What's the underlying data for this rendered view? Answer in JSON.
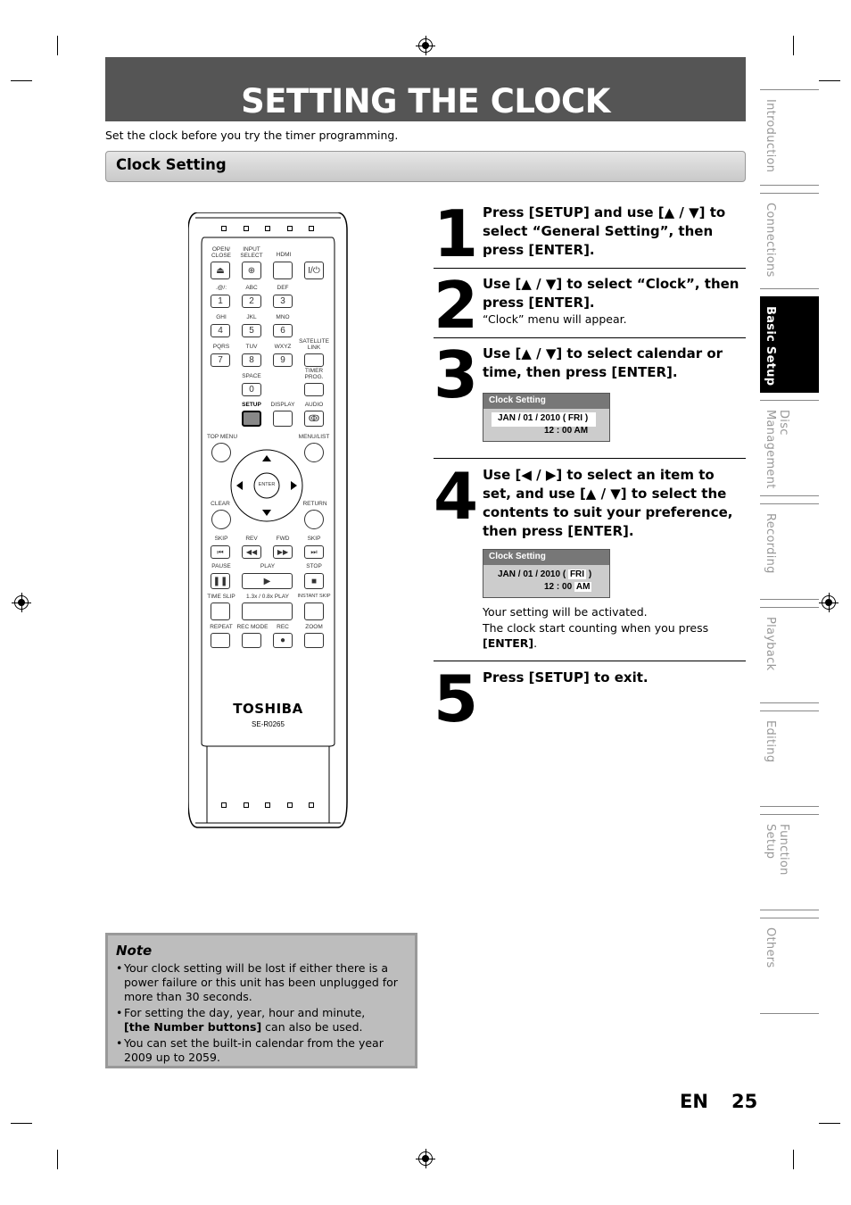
{
  "page": {
    "title": "SETTING THE CLOCK",
    "intro": "Set the clock before you try the timer programming.",
    "section": "Clock Setting",
    "footer_lang": "EN",
    "footer_page": "25"
  },
  "side_tabs": [
    {
      "label": "Introduction",
      "active": false
    },
    {
      "label": "Connections",
      "active": false
    },
    {
      "label": "Basic Setup",
      "active": true
    },
    {
      "label": "Disc Management",
      "active": false
    },
    {
      "label": "Recording",
      "active": false
    },
    {
      "label": "Playback",
      "active": false
    },
    {
      "label": "Editing",
      "active": false
    },
    {
      "label": "Function Setup",
      "active": false
    },
    {
      "label": "Others",
      "active": false
    }
  ],
  "steps": [
    {
      "num": "1",
      "head": "Press [SETUP] and use [▲ / ▼] to select “General Setting”, then press [ENTER]."
    },
    {
      "num": "2",
      "head": "Use [▲ / ▼] to select “Clock”, then press [ENTER].",
      "sub": "“Clock” menu will appear."
    },
    {
      "num": "3",
      "head": "Use [▲ / ▼] to select calendar or time, then press [ENTER]."
    },
    {
      "num": "4",
      "head": "Use [◀ / ▶] to select an item to set, and use [▲ / ▼] to select the contents to suit your preference, then press [ENTER].",
      "sub1": "Your setting will be activated.",
      "sub2": "The clock start counting when you press",
      "sub3": "[ENTER]",
      "sub3_end": "."
    },
    {
      "num": "5",
      "head": "Press [SETUP] to exit."
    }
  ],
  "osd1": {
    "title": "Clock Setting",
    "date": "JAN / 01 / 2010 ( FRI )",
    "time": "12 : 00 AM"
  },
  "osd2": {
    "title": "Clock Setting",
    "date_pre": "JAN / 01 / 2010 ( ",
    "date_hl": "FRI",
    "date_post": " )",
    "time_pre": "12 : 00 ",
    "time_hl": "AM"
  },
  "note": {
    "title": "Note",
    "items": [
      "Your clock setting will be lost if either there is a power failure or this unit has been unplugged for more than 30 seconds.",
      "For setting the day, year, hour and minute,",
      "You can set the built-in calendar from the year 2009 up to 2059."
    ],
    "item2_bold": "[the Number buttons]",
    "item2_end": " can also be used."
  },
  "remote": {
    "brand": "TOSHIBA",
    "model": "SE-R0265",
    "labels": {
      "open_close": "OPEN/\nCLOSE",
      "input_select": "INPUT\nSELECT",
      "hdmi": "HDMI",
      "k1": ".@/:",
      "abc": "ABC",
      "def": "DEF",
      "ghi": "GHI",
      "jkl": "JKL",
      "mno": "MNO",
      "pqrs": "PQRS",
      "tuv": "TUV",
      "wxyz": "WXYZ",
      "sat": "SATELLITE\nLINK",
      "space": "SPACE",
      "timer": "TIMER\nPROG.",
      "setup": "SETUP",
      "display": "DISPLAY",
      "audio": "AUDIO",
      "top_menu": "TOP MENU",
      "menu_list": "MENU/LIST",
      "enter": "ENTER",
      "clear": "CLEAR",
      "return": "RETURN",
      "skip": "SKIP",
      "rev": "REV",
      "fwd": "FWD",
      "pause": "PAUSE",
      "play": "PLAY",
      "stop": "STOP",
      "time_slip": "TIME SLIP",
      "speed_play": "1.3x / 0.8x PLAY",
      "instant_skip": "INSTANT SKIP",
      "repeat": "REPEAT",
      "rec_mode": "REC MODE",
      "rec": "REC",
      "zoom": "ZOOM"
    },
    "digits": [
      "1",
      "2",
      "3",
      "4",
      "5",
      "6",
      "7",
      "8",
      "9",
      "0"
    ]
  }
}
